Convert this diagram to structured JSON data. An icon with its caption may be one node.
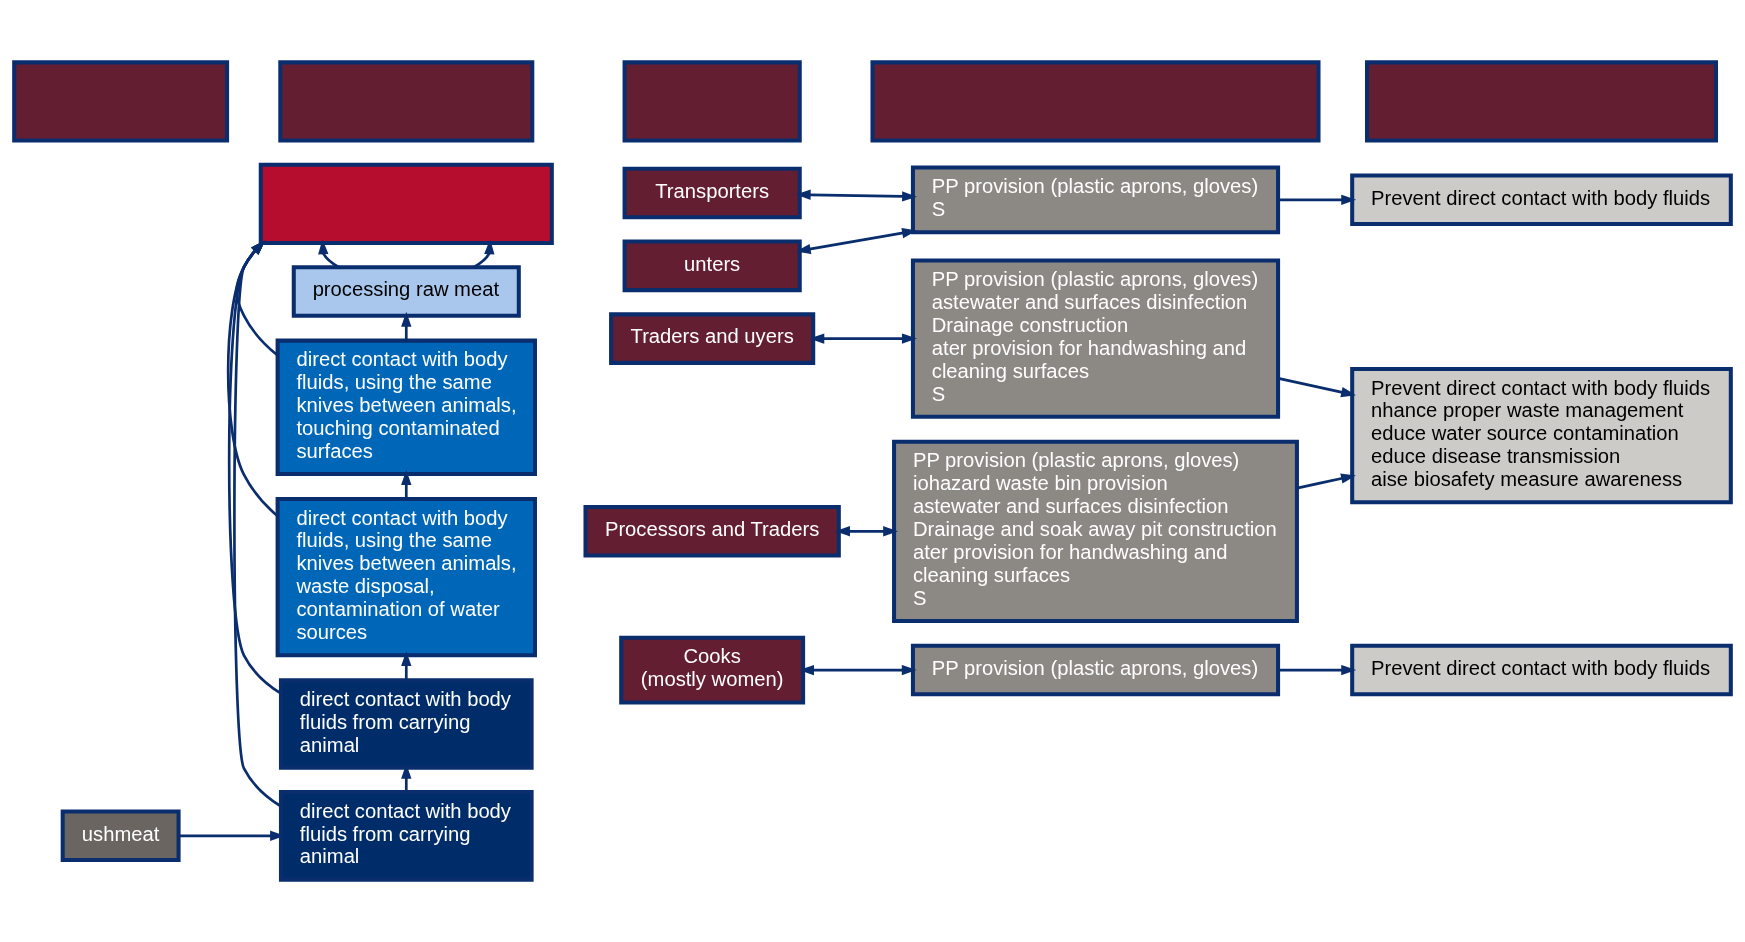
{
  "diagram": {
    "nodes": [
      {
        "text": [],
        "shape": "box"
      },
      {
        "text": [],
        "shape": "box"
      },
      {
        "text": [],
        "shape": "box"
      },
      {
        "text": [],
        "shape": "box"
      },
      {
        "text": [],
        "shape": "box"
      },
      {
        "text": [
          "ushmeat"
        ]
      },
      {
        "text": [
          "direct contact with body fluids from carrying animal"
        ]
      },
      {
        "text": [
          "direct contact with body fluids from carrying animal"
        ]
      },
      {
        "text": [
          "direct contact with body fluids, using the same knives between animals, waste disposal, contamination of water sources"
        ]
      },
      {
        "text": [
          "direct contact with body fluids, using the same knives between animals, touching contaminated surfaces"
        ]
      },
      {
        "text": [
          "processing raw meat"
        ]
      },
      {
        "text": [],
        "shape": "box"
      },
      {
        "text": [
          "unters"
        ]
      },
      {
        "text": [
          "Transporters"
        ]
      },
      {
        "text": [
          "Processors and Traders"
        ]
      },
      {
        "text": [
          "Traders and uyers"
        ]
      },
      {
        "text": [
          "Cooks",
          "(mostly women)"
        ]
      },
      {
        "text": [
          "PP provision (plastic aprons, gloves)",
          "S"
        ]
      },
      {
        "text": [
          "PP provision (plastic aprons, gloves)",
          "iohazard waste bin provision",
          "astewater and surfaces disinfection",
          "Drainage and soak away pit construction",
          "ater provision for handwashing and cleaning surfaces",
          "S"
        ]
      },
      {
        "text": [
          "PP provision (plastic aprons, gloves)",
          "astewater and surfaces disinfection",
          "Drainage construction",
          "ater provision for handwashing and cleaning surfaces",
          "S"
        ]
      },
      {
        "text": [
          "PP provision (plastic aprons, gloves)"
        ]
      },
      {
        "text": [
          "Prevent direct contact with body fluids"
        ]
      },
      {
        "text": [
          "Prevent direct contact with body fluids",
          "nhance proper waste management",
          "educe water source contamination",
          "educe disease transmission",
          "aise biosafety measure awareness"
        ]
      },
      {
        "text": [
          "Prevent direct contact with body fluids"
        ]
      }
    ],
    "edges": [
      {
        "from": 5,
        "to": 6,
        "arrow": "to"
      },
      {
        "from": 6,
        "to": 7,
        "arrow": "to"
      },
      {
        "from": 7,
        "to": 8,
        "arrow": "to"
      },
      {
        "from": 8,
        "to": 9,
        "arrow": "to"
      },
      {
        "from": 9,
        "to": 10,
        "arrow": "to"
      },
      {
        "from": 10,
        "to": 11,
        "arrow": "to"
      },
      {
        "from": 6,
        "to": 11,
        "arrow": "to"
      },
      {
        "from": 7,
        "to": 11,
        "arrow": "to"
      },
      {
        "from": 8,
        "to": 11,
        "arrow": "to"
      },
      {
        "from": 9,
        "to": 11,
        "arrow": "to"
      },
      {
        "from": 10,
        "to": 11,
        "arrow": "to"
      },
      {
        "from": 12,
        "to": 17,
        "arrow": "both"
      },
      {
        "from": 13,
        "to": 17,
        "arrow": "both"
      },
      {
        "from": 14,
        "to": 18,
        "arrow": "both"
      },
      {
        "from": 15,
        "to": 19,
        "arrow": "both"
      },
      {
        "from": 16,
        "to": 20,
        "arrow": "both"
      },
      {
        "from": 17,
        "to": 21,
        "arrow": "to"
      },
      {
        "from": 18,
        "to": 22,
        "arrow": "to"
      },
      {
        "from": 19,
        "to": 22,
        "arrow": "to"
      },
      {
        "from": 20,
        "to": 23,
        "arrow": "to"
      }
    ]
  }
}
